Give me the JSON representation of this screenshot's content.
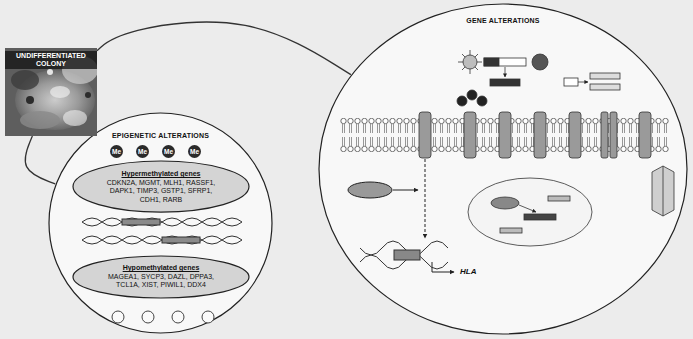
{
  "diagram": {
    "nodes": [
      {
        "text": [
          "UNDIFFERENTIATED COLONY"
        ]
      },
      {
        "text": [
          "EPIGENETIC ALTERATIONS"
        ]
      },
      {
        "text": [
          "Hypermethylated genes",
          "CDKN2A, MGMT, MLH1, RASSF1, DAPK1, TIMP3, GSTP1, SFRP1, CDH1, RARB"
        ],
        "in": 1
      },
      {
        "text": [
          "Hypomethylated genes",
          "MAGEA1, SYCP3, DAZL, DPPA3, TCL1A, XIST, PIWIL1, DDX4"
        ],
        "in": 1
      },
      {
        "text": [
          "GENE ALTERATIONS"
        ]
      }
    ],
    "edges": [
      {
        "from": 0,
        "to": 4,
        "arrow": "none"
      },
      {
        "from": 0,
        "to": 1,
        "arrow": "none"
      }
    ],
    "labels": [
      "Me",
      "Me",
      "Me",
      "Me",
      "HLA"
    ]
  }
}
